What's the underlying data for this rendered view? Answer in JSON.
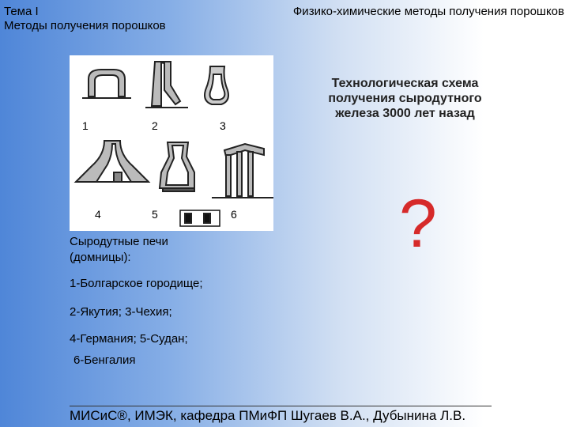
{
  "header": {
    "topic": "Тема I",
    "subject": "Физико-химические методы получения порошков",
    "subtitle": "Методы получения порошков"
  },
  "figure": {
    "labels": [
      "1",
      "2",
      "3",
      "4",
      "5",
      "6"
    ],
    "caption_line1": "Сыродутные печи",
    "caption_line2": "(домницы):"
  },
  "locations": [
    "1-Болгарское городище;",
    "2-Якутия; 3-Чехия;",
    "4-Германия; 5-Судан;",
    "6-Бенгалия"
  ],
  "scheme_title": "Технологическая схема получения сыродутного железа 3000 лет назад",
  "question_mark": "?",
  "footer": "МИСиС®, ИМЭК, кафедра ПМиФП Шугаев В.А., Дубынина Л.В."
}
